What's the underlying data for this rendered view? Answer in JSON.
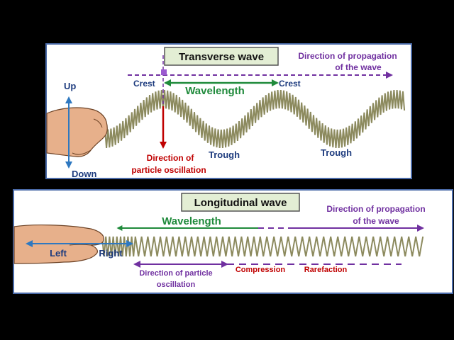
{
  "colors": {
    "background": "#000000",
    "panel": "#ffffff",
    "panel_border": "#4a6aa8",
    "title_box": "#e3eed4",
    "spring": "#8c8a5e",
    "skin": "#e7b08b",
    "blue": "#2e78c0",
    "navy": "#1d3b7e",
    "green": "#1f8a3b",
    "purple": "#7030a0",
    "red": "#c00000"
  },
  "transverse": {
    "title": "Transverse wave",
    "propagation_label_line1": "Direction of propagation",
    "propagation_label_line2": "of the wave",
    "up": "Up",
    "down": "Down",
    "crest_left": "Crest",
    "crest_right": "Crest",
    "wavelength": "Wavelength",
    "trough_left": "Trough",
    "trough_right": "Trough",
    "oscillation_line1": "Direction of",
    "oscillation_line2": "particle oscillation"
  },
  "longitudinal": {
    "title": "Longitudinal wave",
    "wavelength": "Wavelength",
    "propagation_label_line1": "Direction of propagation",
    "propagation_label_line2": "of the wave",
    "left": "Left",
    "right": "Right",
    "oscillation_line1": "Direction of particle",
    "oscillation_line2": "oscillation",
    "compression": "Compression",
    "rarefaction": "Rarefaction"
  }
}
